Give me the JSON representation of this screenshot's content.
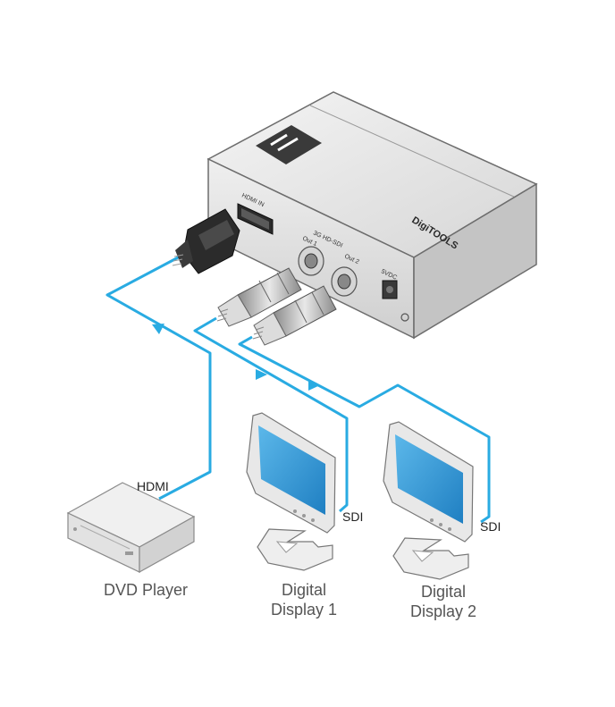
{
  "device": {
    "brand_text": "DigiTOOLS",
    "hdmi_in_label": "HDMI IN",
    "sdi_label": "3G HD-SDI",
    "out1_label": "Out 1",
    "out2_label": "Out 2",
    "power_label": "5VDC"
  },
  "cables": {
    "hdmi_label": "HDMI",
    "sdi1_label": "SDI",
    "sdi2_label": "SDI"
  },
  "devices": {
    "dvd_player": "DVD Player",
    "display1_line1": "Digital",
    "display1_line2": "Display 1",
    "display2_line1": "Digital",
    "display2_line2": "Display 2"
  },
  "colors": {
    "cable": "#29abe2",
    "screen": "#2f97d4",
    "device_body": "#e6e6e6",
    "device_edge": "#6d6d6d"
  }
}
